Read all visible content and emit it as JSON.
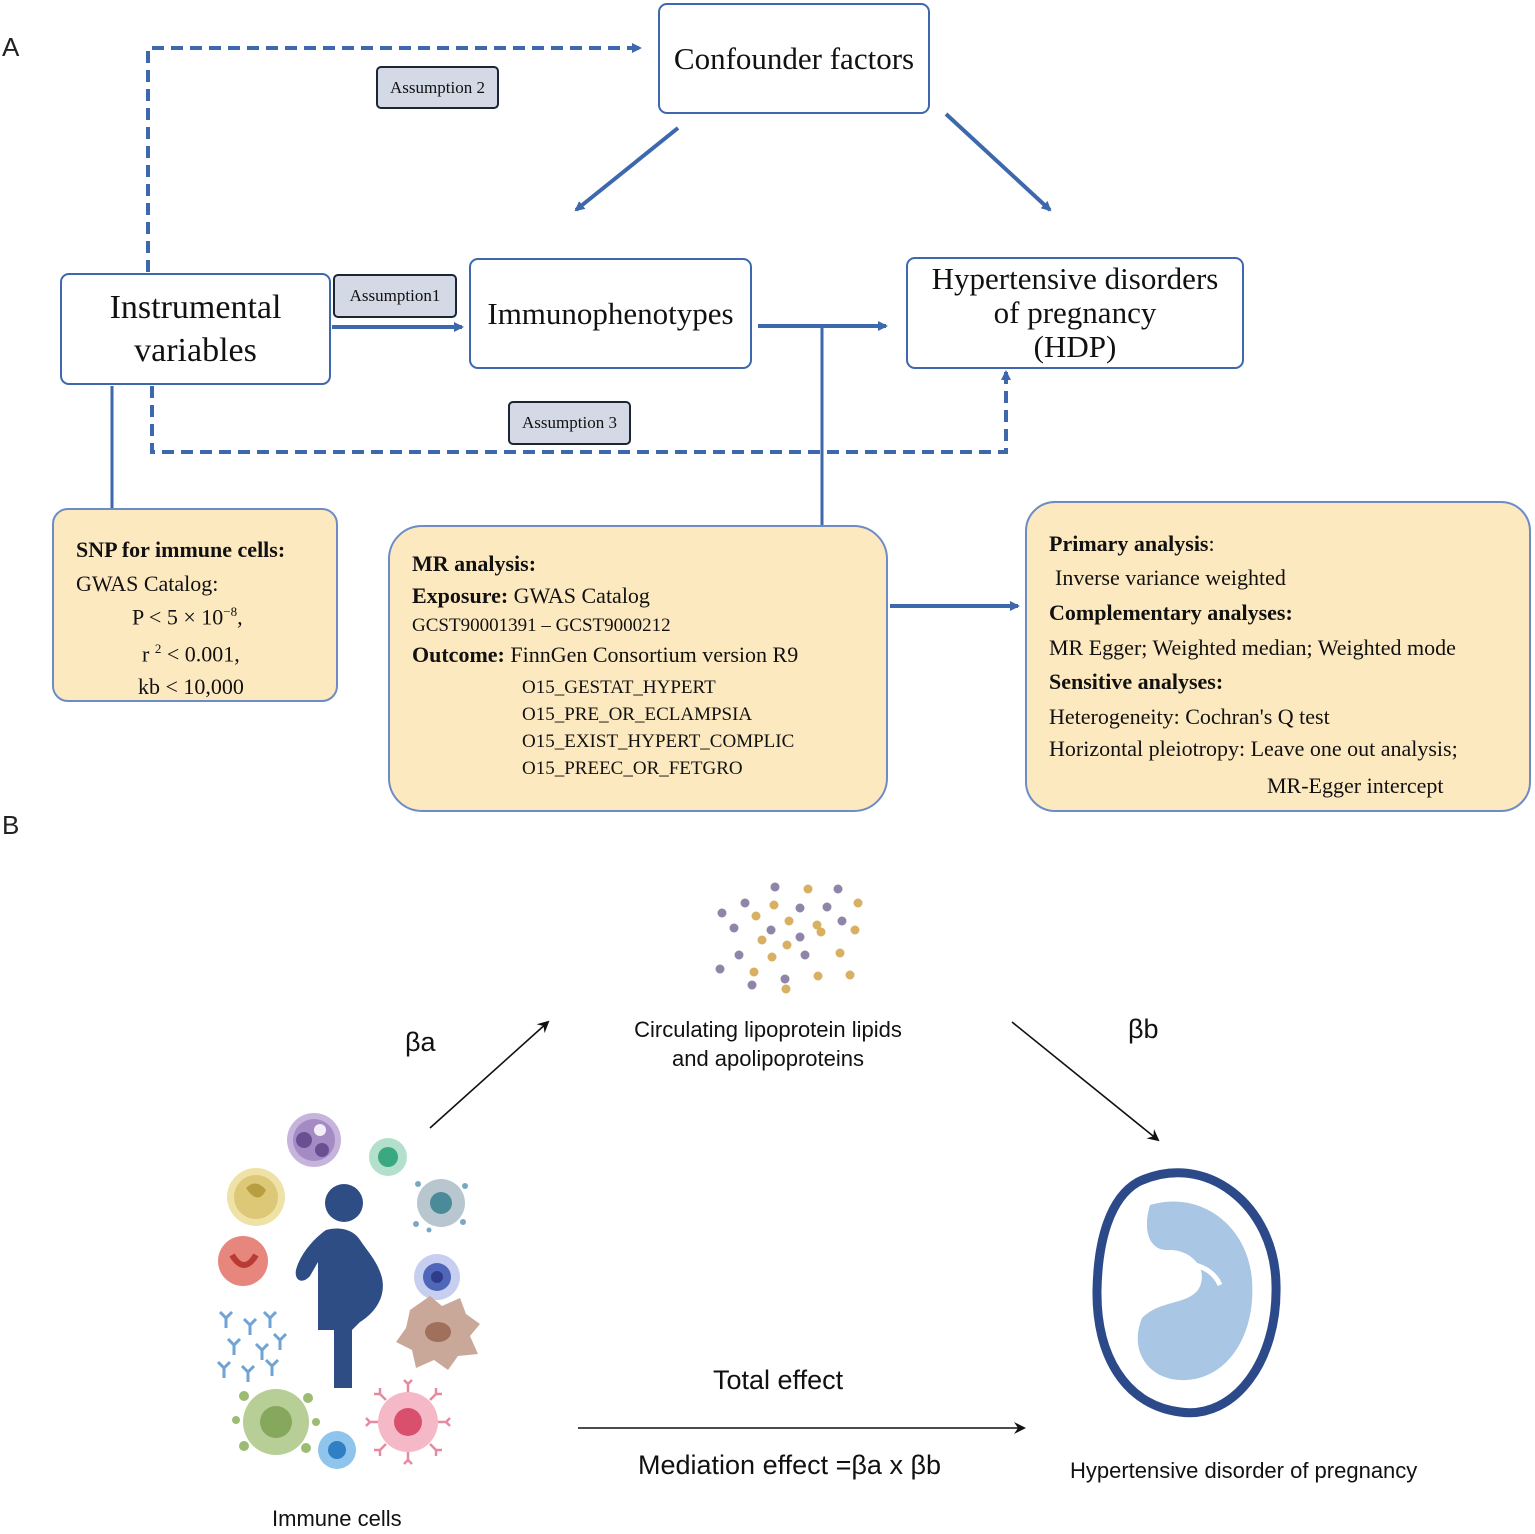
{
  "panel_a": {
    "letter": "A",
    "confounder": "Confounder factors",
    "assumption2": "Assumption 2",
    "assumption1": "Assumption1",
    "assumption3": "Assumption 3",
    "instrumental_line1": "Instrumental",
    "instrumental_line2": "variables",
    "immunophenotypes": "Immunophenotypes",
    "hdp_line1": "Hypertensive disorders",
    "hdp_line2": "of pregnancy",
    "hdp_line3": "(HDP)",
    "snp_box": {
      "title": "SNP for immune cells:",
      "catalog": "GWAS Catalog:",
      "p_text": "P < 5 × 10",
      "p_exp": "−8",
      "p_tail": ",",
      "r_text": "r",
      "r_exp": "2",
      "r_tail": " < 0.001,",
      "kb": "kb < 10,000"
    },
    "mr_box": {
      "title": "MR analysis:",
      "exposure_label": "Exposure:",
      "exposure_value": " GWAS Catalog",
      "gcst": "GCST90001391 – GCST9000212",
      "outcome_label": "Outcome:",
      "outcome_value": " FinnGen Consortium version R9",
      "outcomes": [
        "O15_GESTAT_HYPERT",
        "O15_PRE_OR_ECLAMPSIA",
        "O15_EXIST_HYPERT_COMPLIC",
        "O15_PREEC_OR_FETGRO"
      ]
    },
    "analysis_box": {
      "primary_label": "Primary analysis",
      "primary_colon": ":",
      "primary_value": "Inverse variance weighted",
      "complementary_label": "Complementary analyses:",
      "complementary_value": "MR Egger; Weighted median;  Weighted mode",
      "sensitive_label": "Sensitive analyses:",
      "heterogeneity": "Heterogeneity: Cochran's Q test",
      "pleiotropy": "Horizontal pleiotropy: Leave one out analysis;",
      "egger": "MR-Egger intercept"
    }
  },
  "panel_b": {
    "letter": "B",
    "beta_a": "βa",
    "beta_b": "βb",
    "lipid_line1": "Circulating lipoprotein lipids",
    "lipid_line2": "and apolipoproteins",
    "total_effect": "Total effect",
    "mediation": "Mediation effect =βa x βb",
    "immune_cells": "Immune cells",
    "hdp": "Hypertensive disorder of pregnancy"
  },
  "colors": {
    "accent_blue": "#3d68ad",
    "box_yellow": "#fde9c0",
    "tag_gray": "#d4d9e6",
    "figure_navy": "#2f4d85",
    "dot_purple": "#8e85a8",
    "dot_gold": "#d9b062"
  }
}
